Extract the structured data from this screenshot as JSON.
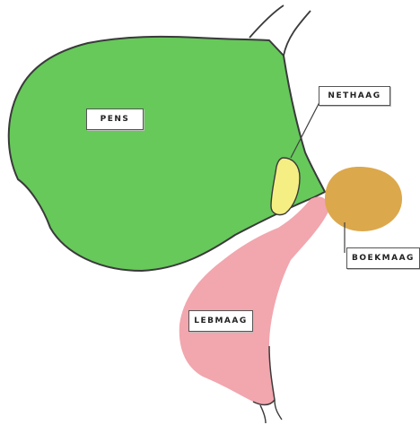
{
  "labels": {
    "pens": "PENS",
    "nethaag": "NETHAAG",
    "boekmaag": "BOEKMAAG",
    "lebmaag": "LEBMAAG"
  },
  "colors": {
    "pens": "#66c95a",
    "nethaag": "#f5ee83",
    "boekmaag": "#dca84c",
    "lebmaag": "#f2a6ae",
    "outline": "#3a3a3a",
    "pointer": "#3f3f3f"
  }
}
